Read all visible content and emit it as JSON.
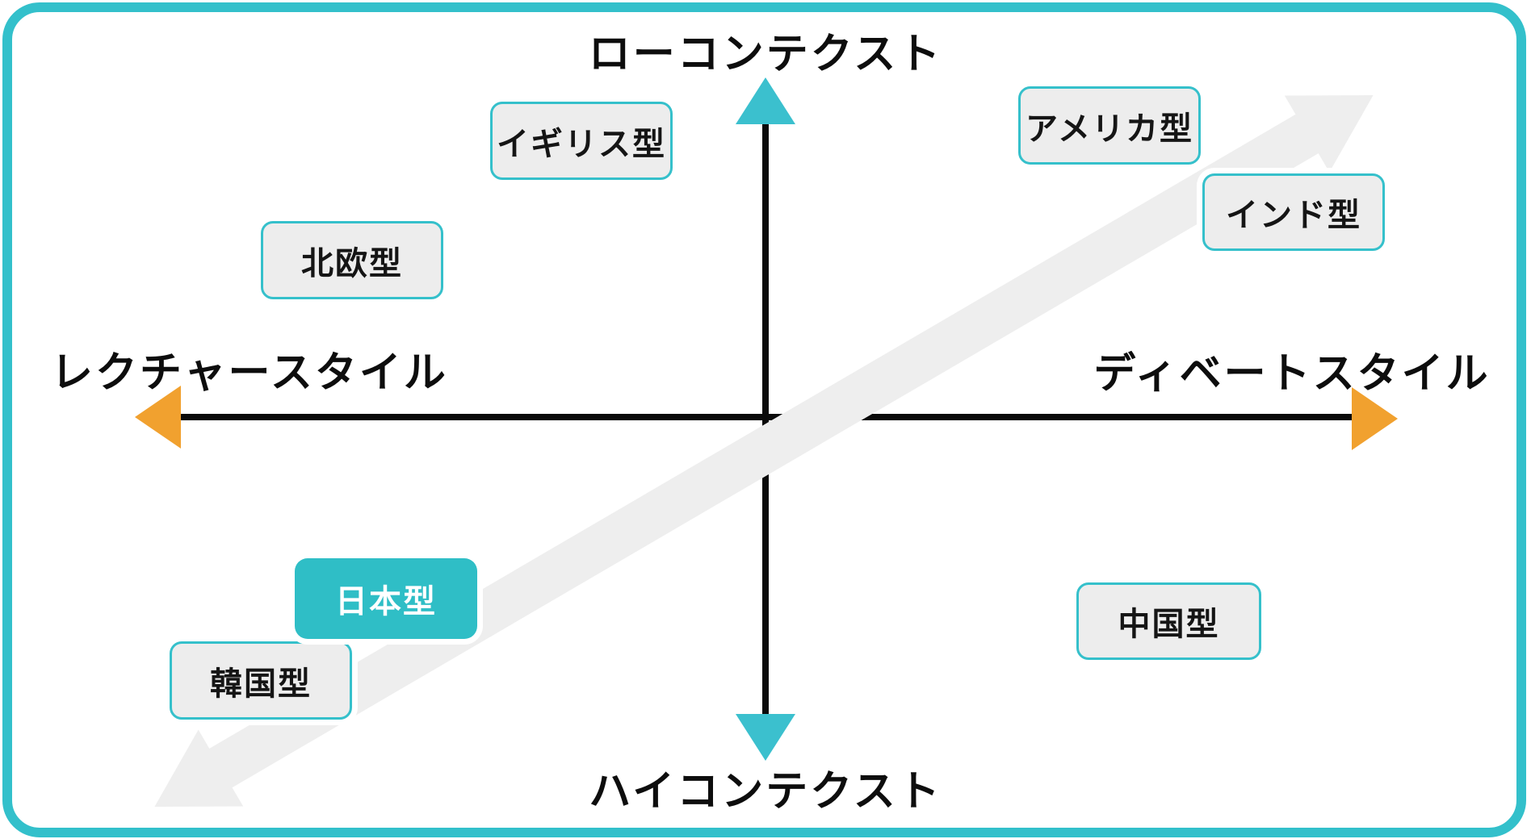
{
  "diagram": {
    "type": "quadrant-matrix",
    "axis_labels": {
      "top": "ローコンテクスト",
      "bottom": "ハイコンテクスト",
      "left": "レクチャースタイル",
      "right": "ディベートスタイル"
    },
    "boxes": [
      {
        "id": "uk",
        "label": "イギリス型",
        "quadrant": "top-left",
        "highlighted": false
      },
      {
        "id": "nordic",
        "label": "北欧型",
        "quadrant": "top-left",
        "highlighted": false
      },
      {
        "id": "america",
        "label": "アメリカ型",
        "quadrant": "top-right",
        "highlighted": false
      },
      {
        "id": "india",
        "label": "インド型",
        "quadrant": "top-right",
        "highlighted": false
      },
      {
        "id": "japan",
        "label": "日本型",
        "quadrant": "bottom-left",
        "highlighted": true
      },
      {
        "id": "korea",
        "label": "韓国型",
        "quadrant": "bottom-left",
        "highlighted": false
      },
      {
        "id": "china",
        "label": "中国型",
        "quadrant": "bottom-right",
        "highlighted": false
      }
    ],
    "trend_arrow": {
      "description": "light-gray double-headed diagonal arrow from bottom-left to top-right",
      "color": "#eeeeee"
    },
    "colors": {
      "frame_teal": "#33c0cb",
      "vertical_arrowhead_teal": "#3bc0ce",
      "horizontal_arrowhead_orange": "#f1a12f",
      "axis_line_black": "#0a0a0a",
      "box_fill_gray": "#ededed",
      "box_border_teal": "#35c0cb",
      "highlight_box_fill": "#2fbec6",
      "highlight_box_text": "#ffffff"
    }
  }
}
